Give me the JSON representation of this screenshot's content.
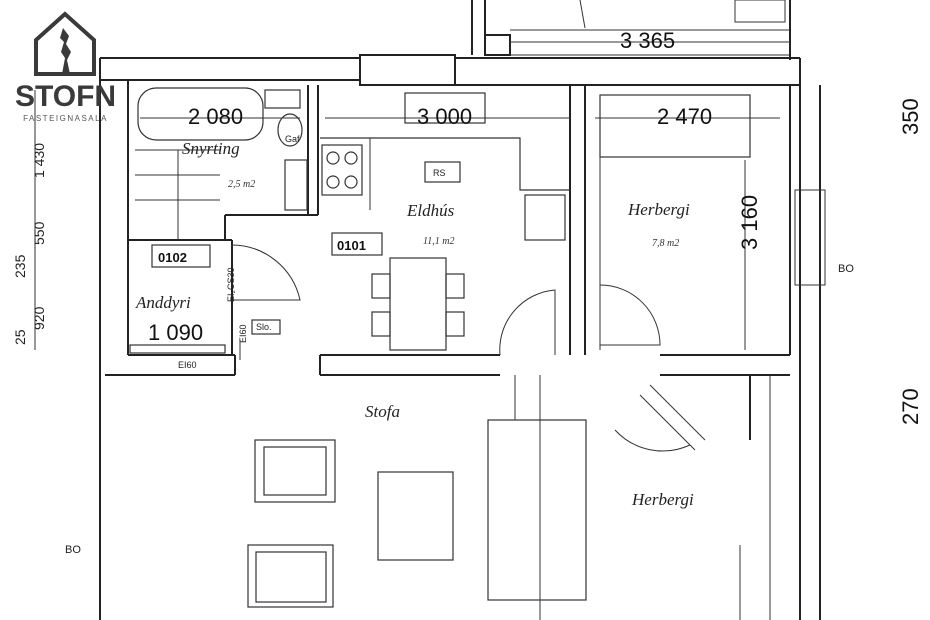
{
  "logo": {
    "name": "STOFN",
    "tagline": "FASTEIGNASALA"
  },
  "rooms": {
    "snyrting": {
      "name": "Snyrting",
      "area": "2,5 m2"
    },
    "eldhus": {
      "name": "Eldhús",
      "area": "11,1 m2",
      "code": "0101",
      "badge": "RS"
    },
    "herbergi_top": {
      "name": "Herbergi",
      "area": "7,8 m2"
    },
    "anddyri": {
      "name": "Anddyri",
      "code": "0102"
    },
    "stofa": {
      "name": "Stofa"
    },
    "herbergi_bottom": {
      "name": "Herbergi"
    }
  },
  "dimensions": {
    "top": "3 365",
    "snyrting_width": "2 080",
    "eldhus_width": "3 000",
    "herbergi_width": "2 470",
    "herbergi_height": "3 160",
    "anddyri_width": "1 090",
    "right_350": "350",
    "right_270": "270",
    "left_1430": "1 430",
    "left_550": "550",
    "left_235": "235",
    "left_920": "920",
    "left_25": "25"
  },
  "labels": {
    "bo_right": "BO",
    "bo_left": "BO",
    "gaf": "Gaf",
    "door_code": "EI₂CS30",
    "ei60": "EI60",
    "ei60_bottom": "EI60",
    "slo": "Slo."
  }
}
